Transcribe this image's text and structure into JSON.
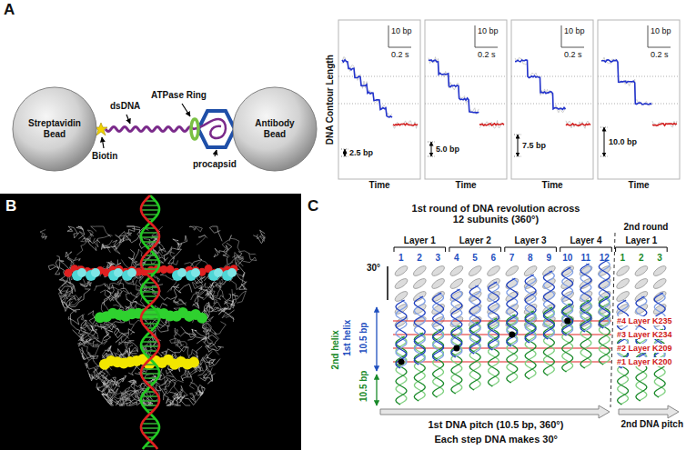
{
  "diagram": {
    "nodes": [
      {
        "text": [
          "Streptavidin Bead"
        ]
      },
      {
        "text": [
          "Antibody Bead"
        ]
      }
    ],
    "labels": [
      "A",
      "dsDNA",
      "Biotin",
      "ATPase Ring",
      "procapsid",
      "DNA Contour Length",
      "10 bp",
      "0.2 s",
      "Time",
      "2.5 bp",
      "10 bp",
      "0.2 s",
      "Time",
      "5.0 bp",
      "10 bp",
      "0.2 s",
      "Time",
      "7.5 bp",
      "10 bp",
      "0.2 s",
      "Time",
      "10.0 bp",
      "B",
      "C",
      "1st round of DNA revolution across 12 subunits (360°)",
      "Layer 1",
      "Layer 2",
      "Layer 3",
      "Layer 4",
      "2nd round",
      "Layer 1",
      "1",
      "2",
      "3",
      "4",
      "5",
      "6",
      "7",
      "8",
      "9",
      "10",
      "11",
      "12",
      "1",
      "2",
      "3",
      "30°",
      "#4 Layer K235",
      "#3 Layer K234",
      "#2 Layer K209",
      "#1 Layer K200",
      "2nd helix",
      "1st helix",
      "10.5 bp",
      "10.5 bp",
      "1st DNA pitch (10.5 bp, 360°)",
      "Each step DNA makes 30°",
      "2nd DNA pitch"
    ]
  }
}
